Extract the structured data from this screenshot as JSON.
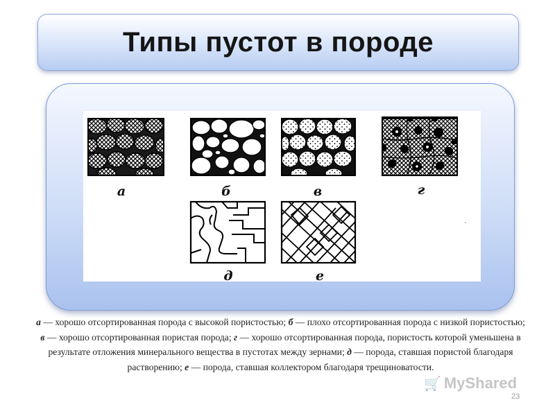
{
  "slide": {
    "title": "Типы пустот в породе",
    "page_number": "23",
    "watermark": "MyShared"
  },
  "figure": {
    "labels": [
      "а",
      "б",
      "в",
      "г",
      "д",
      "е"
    ]
  },
  "caption": {
    "parts": [
      {
        "key": "а",
        "text": " — хорошо отсортированная порода с высокой пористостью; "
      },
      {
        "key": "б",
        "text": " — плохо отсортированная порода с низкой пористостью; "
      },
      {
        "key": "в",
        "text": " — хорошо отсортированная пористая порода; "
      },
      {
        "key": "г",
        "text": " — хорошо отсортированная порода, пористость которой уменьшена в результате отложения минерального вещества в пустотах между зернами; "
      },
      {
        "key": "д",
        "text": " — порода, ставшая пористой благодаря растворению; "
      },
      {
        "key": "е",
        "text": " — порода, ставшая коллектором благодаря трещиноватости."
      }
    ]
  },
  "colors": {
    "title_gradient_bottom": "#b7cdf3",
    "panel_gradient_bottom": "#a9c2ee"
  }
}
